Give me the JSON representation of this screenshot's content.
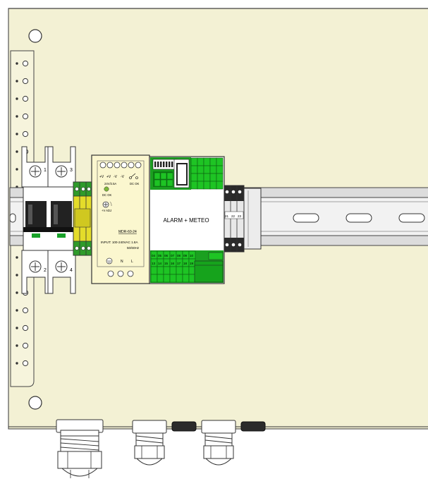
{
  "breaker": {
    "terminals_top": [
      "1",
      "3"
    ],
    "terminals_bottom": [
      "2",
      "4"
    ]
  },
  "psu": {
    "top_labels": [
      "+V",
      "+V",
      "-V",
      "-V"
    ],
    "dc_ok_text": "DC OK",
    "rating": "24V/2.5A",
    "dc_ok_led": "DC OK",
    "adj": "+V ADJ",
    "model": "MDR-60-24",
    "input": "INPUT: 100-240VAC 1.8A",
    "freq": "50/60Hz",
    "bottom_labels": [
      "N",
      "L"
    ]
  },
  "module": {
    "label": "ALARM + METEO",
    "terminal_numbers_top": [
      "04",
      "05",
      "06",
      "07",
      "08",
      "09",
      "10"
    ],
    "terminal_numbers_bottom": [
      "13",
      "14",
      "15",
      "16",
      "17",
      "18",
      "19"
    ]
  },
  "terminal_block_numbers": [
    "21",
    "22",
    "23"
  ],
  "colors": {
    "enclosure": "#f3f1d4",
    "psu_face": "#fbf7cf",
    "terminal_green": "#19c21f",
    "rail": "#e8e8e8"
  }
}
